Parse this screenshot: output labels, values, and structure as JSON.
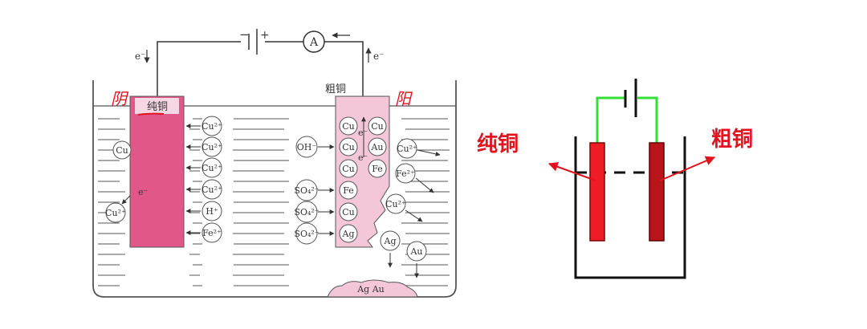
{
  "left_diagram": {
    "ammeter": "A",
    "battery_minus": "−",
    "battery_plus": "+",
    "electron_left": "e⁻",
    "electron_right": "e⁻",
    "electron_in_cathode": "e⁻",
    "cathode_label": "纯铜",
    "anode_label": "粗铜",
    "cathode_handwritten": "阴",
    "anode_handwritten": "阳",
    "cu_atom": "Cu",
    "cu2_left": "Cu²⁺",
    "mid_ions": [
      "Cu²⁺",
      "Cu²⁺",
      "Cu²⁺",
      "Cu²⁺",
      "H⁺",
      "Fe²⁺"
    ],
    "oh": "OH⁻",
    "so4": [
      "SO₄²⁻",
      "SO₄²⁻",
      "SO₄²⁻"
    ],
    "anode_left_col": [
      "Cu",
      "Cu",
      "Cu",
      "Fe",
      "Cu",
      "Ag"
    ],
    "anode_right_col": [
      "Cu",
      "Au",
      "Fe"
    ],
    "anode_e1": "e⁻",
    "anode_e2": "e⁻",
    "right_ions": [
      "Cu²⁺",
      "Fe²⁺",
      "Cu²⁺"
    ],
    "sediment_ions": [
      "Ag",
      "Au"
    ],
    "sediment_label": "Ag Au"
  },
  "right_diagram": {
    "left_label": "纯铜",
    "right_label": "粗铜"
  }
}
